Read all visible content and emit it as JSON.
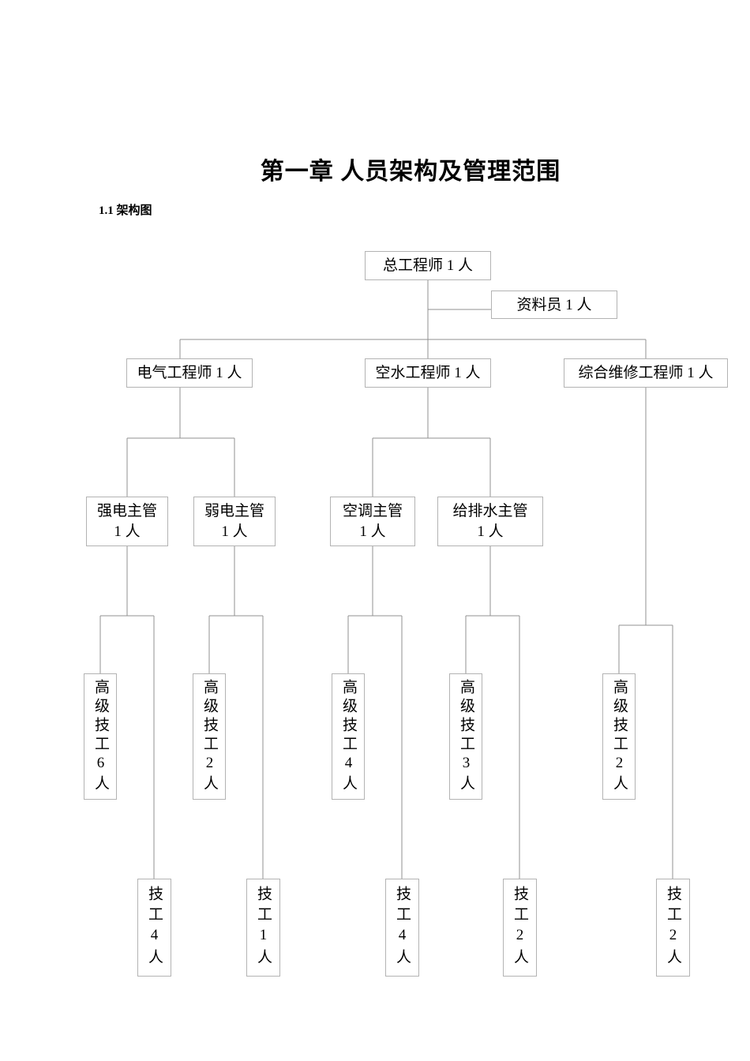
{
  "document": {
    "chapter_title": "第一章 人员架构及管理范围",
    "section_heading": "1.1 架构图"
  },
  "org_chart": {
    "type": "org-hierarchy",
    "root": {
      "label": "总工程师 1 人"
    },
    "staff_aside": {
      "label": "资料员 1 人"
    },
    "branches": [
      {
        "label": "电气工程师 1 人",
        "teams": [
          {
            "supervisor_line1": "强电主管",
            "supervisor_line2": "1 人",
            "senior_worker": "高级技工6人",
            "worker": "技工4人"
          },
          {
            "supervisor_line1": "弱电主管",
            "supervisor_line2": "1 人",
            "senior_worker": "高级技工2人",
            "worker": "技工1人"
          }
        ]
      },
      {
        "label": "空水工程师 1 人",
        "teams": [
          {
            "supervisor_line1": "空调主管",
            "supervisor_line2": "1 人",
            "senior_worker": "高级技工4人",
            "worker": "技工4人"
          },
          {
            "supervisor_line1": "给排水主管",
            "supervisor_line2": "1 人",
            "senior_worker": "高级技工3人",
            "worker": "技工2人"
          }
        ]
      },
      {
        "label": "综合维修工程师 1 人",
        "teams": [
          {
            "senior_worker": "高级技工2人",
            "worker": "技工2人"
          }
        ]
      }
    ],
    "colors": {
      "connector_line": "#909090",
      "box_border": "#b3b3b3",
      "text": "#000000",
      "page_background": "#ffffff"
    }
  }
}
